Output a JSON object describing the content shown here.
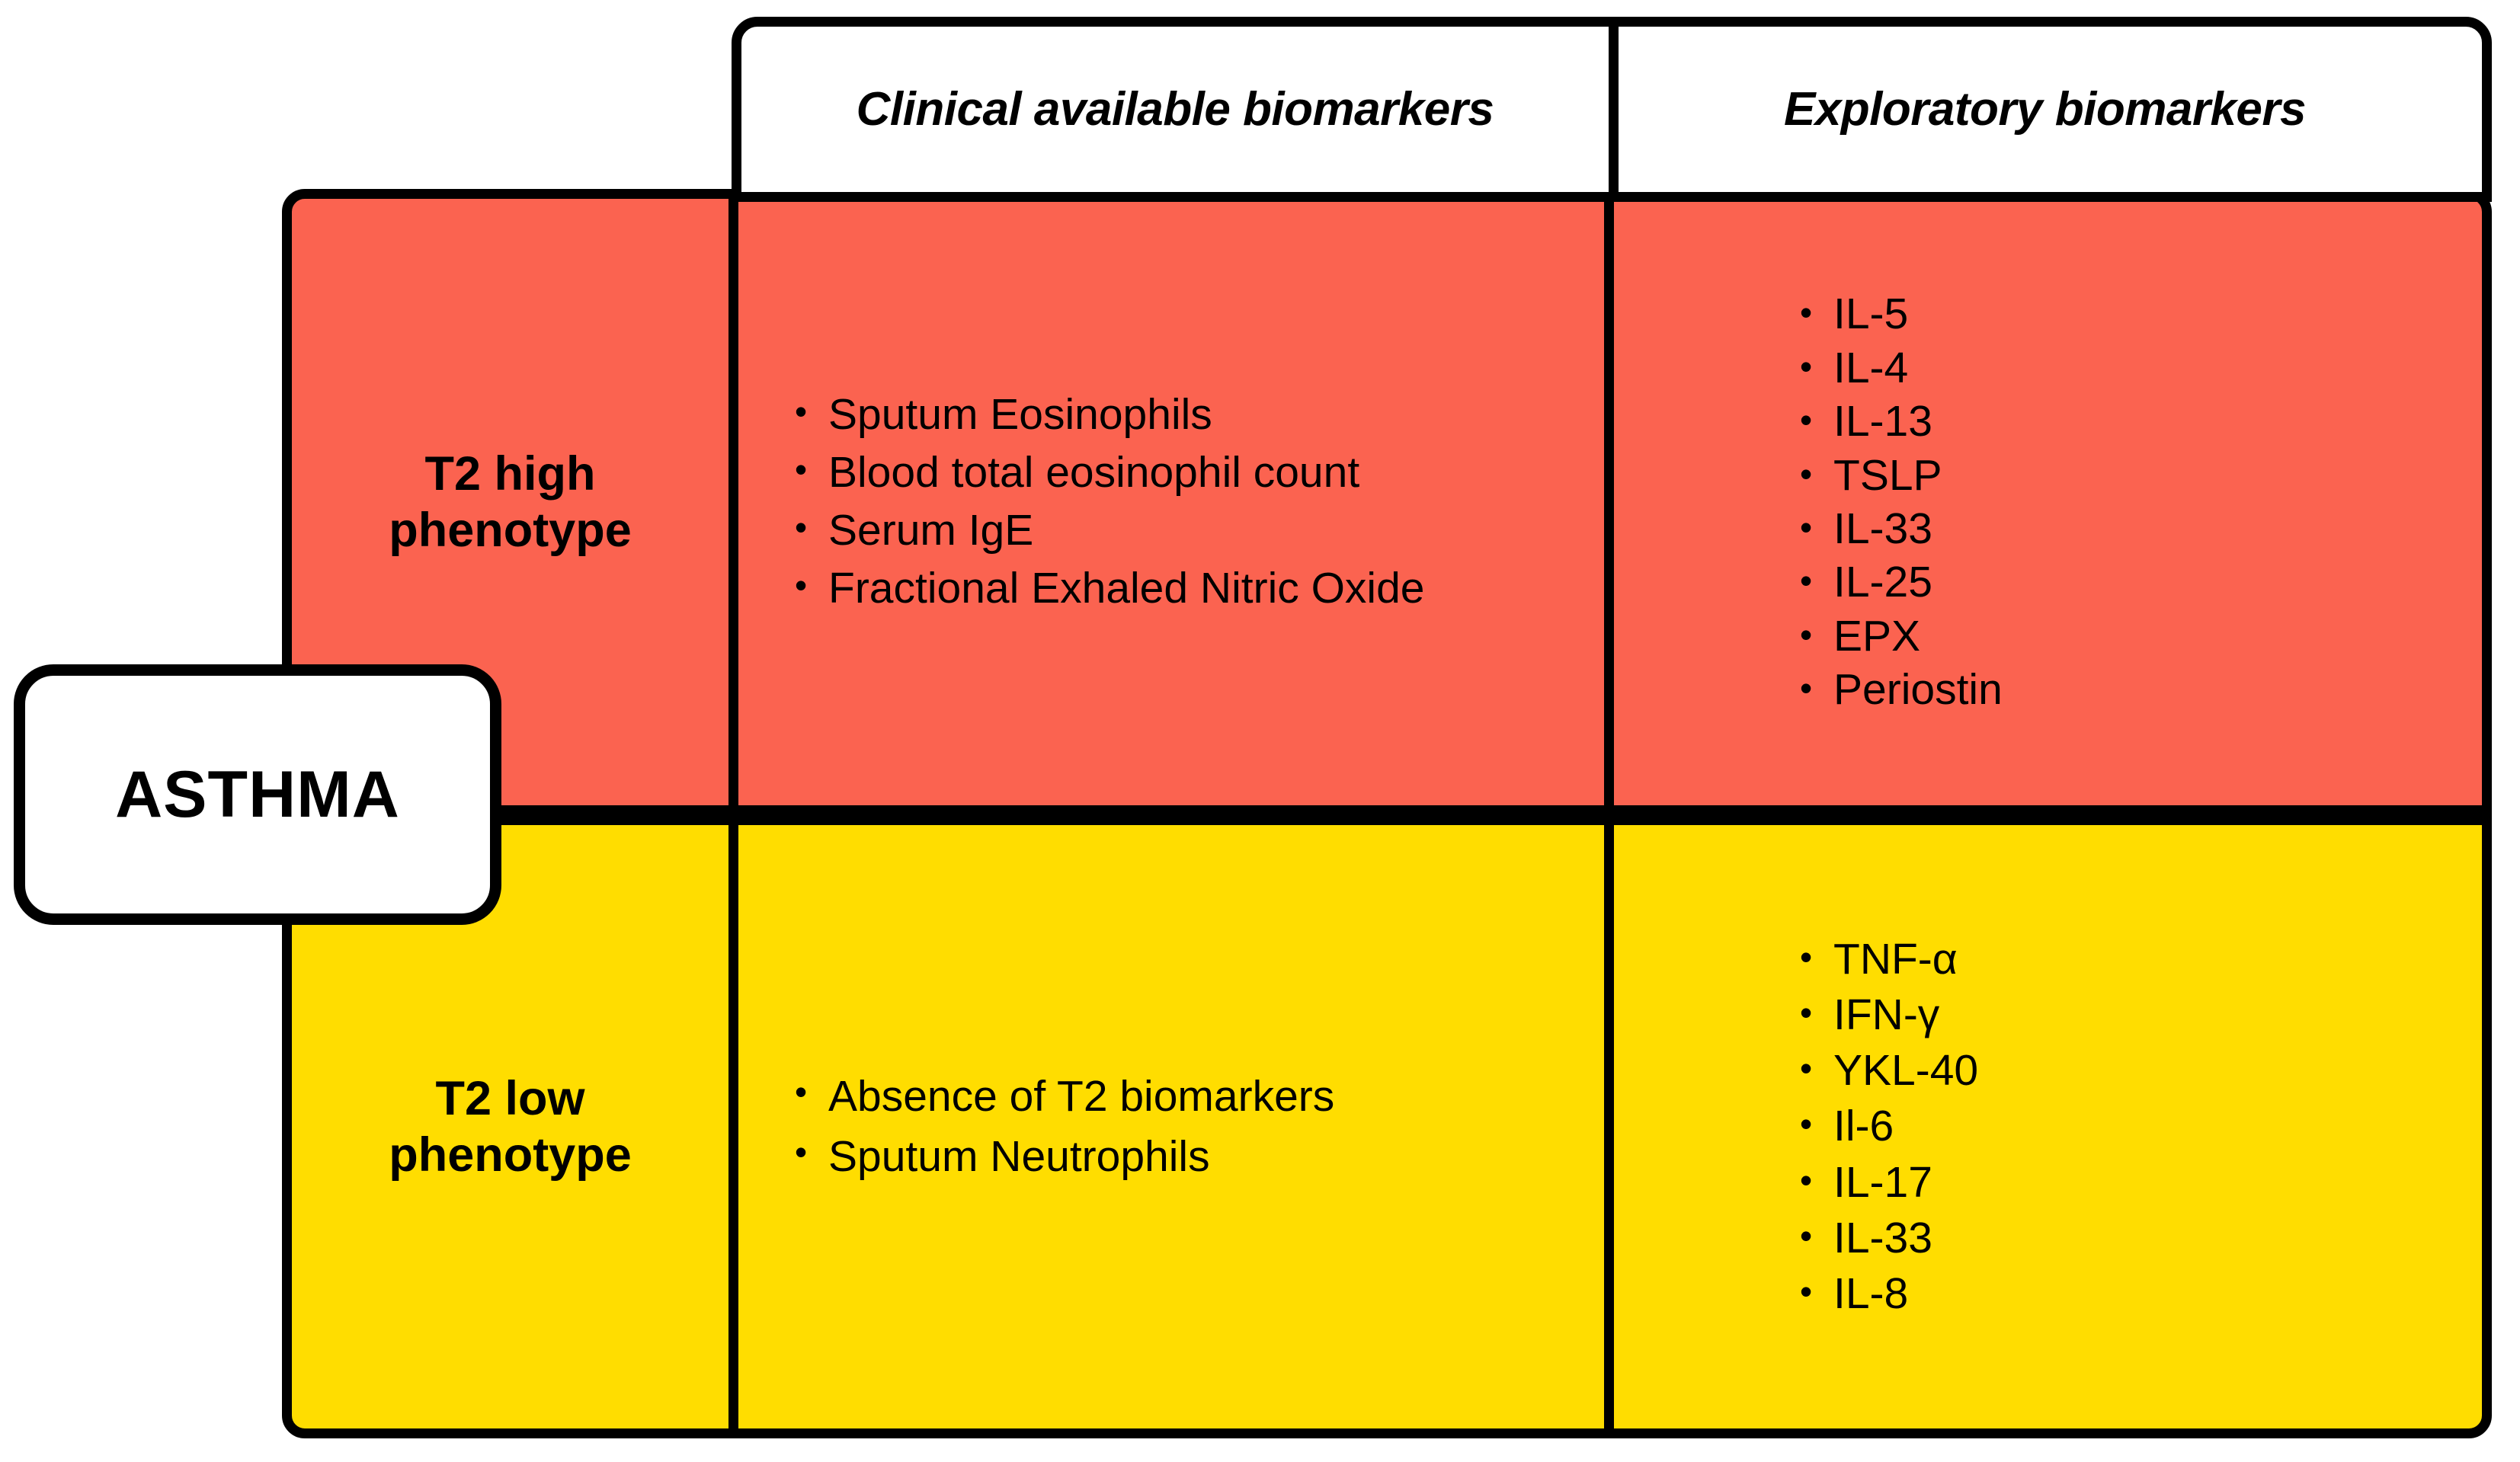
{
  "figure": {
    "kind": "matrix-table-diagram",
    "entity_label": "ASTHMA",
    "colors": {
      "t2_high_fill": "#FB6350",
      "t2_low_fill": "#FFDD00",
      "border": "#000000",
      "header_fill": "#FFFFFF"
    }
  },
  "table": {
    "column_headers": [
      {
        "label": "Clinical available biomarkers"
      },
      {
        "label": "Exploratory biomarkers"
      }
    ],
    "rows": [
      {
        "phenotype": "T2 high\nphenotype",
        "phenotype_line1": "T2 high",
        "phenotype_line2": "phenotype",
        "fill": "#FB6350",
        "clinical_biomarkers": [
          "Sputum Eosinophils",
          "Blood total eosinophil count",
          "Serum IgE",
          "Fractional Exhaled Nitric Oxide"
        ],
        "exploratory_biomarkers": [
          "IL-5",
          "IL-4",
          "IL-13",
          "TSLP",
          "IL-33",
          "IL-25",
          "EPX",
          "Periostin"
        ]
      },
      {
        "phenotype": "T2 low\nphenotype",
        "phenotype_line1": "T2 low",
        "phenotype_line2": "phenotype",
        "fill": "#FFDD00",
        "clinical_biomarkers": [
          "Absence of T2 biomarkers",
          "Sputum Neutrophils"
        ],
        "exploratory_biomarkers": [
          "TNF-α",
          "IFN-γ",
          "YKL-40",
          "Il-6",
          "IL-17",
          "IL-33",
          "IL-8"
        ]
      }
    ]
  }
}
